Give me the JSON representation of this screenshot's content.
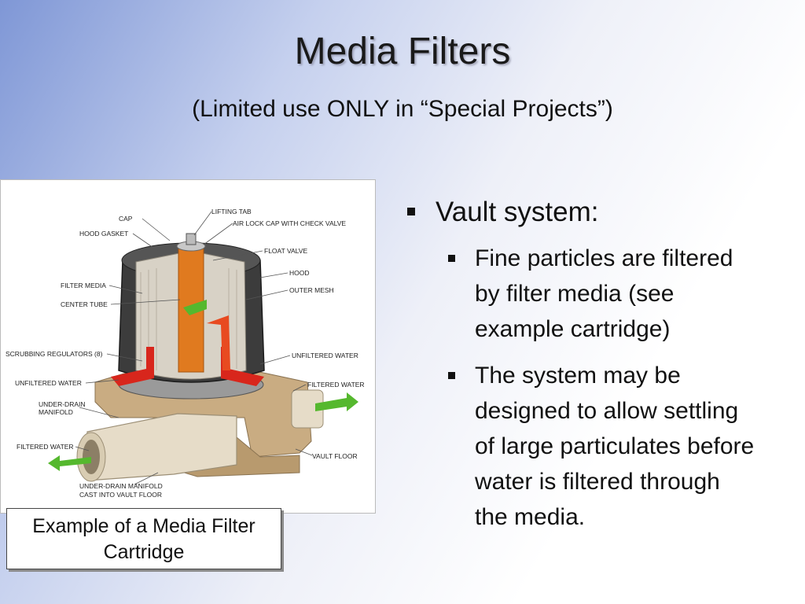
{
  "slide": {
    "title": "Media Filters",
    "subtitle": "(Limited use ONLY in “Special Projects”)"
  },
  "diagram": {
    "labels": {
      "lifting_tab": "LIFTING TAB",
      "cap": "CAP",
      "air_lock": "AIR LOCK CAP WITH CHECK VALVE",
      "hood_gasket": "HOOD GASKET",
      "float_valve": "FLOAT VALVE",
      "hood": "HOOD",
      "filter_media": "FILTER MEDIA",
      "outer_mesh": "OUTER MESH",
      "center_tube": "CENTER TUBE",
      "scrubbing": "SCRUBBING REGULATORS (8)",
      "unfiltered_right": "UNFILTERED WATER",
      "unfiltered_left": "UNFILTERED WATER",
      "filtered_right": "FILTERED WATER",
      "underdrain_1": "UNDER-DRAIN",
      "underdrain_2": "MANIFOLD",
      "filtered_left": "FILTERED WATER",
      "vault_floor": "VAULT FLOOR",
      "cast_1": "UNDER-DRAIN MANIFOLD",
      "cast_2": "CAST INTO VAULT FLOOR"
    },
    "colors": {
      "hood": "#3c3c3c",
      "media": "#d8d2c6",
      "tube": "#e07a1f",
      "unfiltered_arrow": "#d8261c",
      "filtered_arrow": "#55b82e",
      "concrete": "#c9ac82",
      "pipe": "#e6dcc8"
    }
  },
  "caption": {
    "line1": "Example of a Media Filter",
    "line2": "Cartridge"
  },
  "bullets": {
    "main": "Vault system:",
    "sub1_lines": [
      "Fine particles are filtered",
      "by filter media (see",
      "example cartridge)"
    ],
    "sub2_lines": [
      "The system may be",
      "designed to allow settling",
      "of large particulates before",
      "water is filtered through",
      "the media."
    ]
  }
}
